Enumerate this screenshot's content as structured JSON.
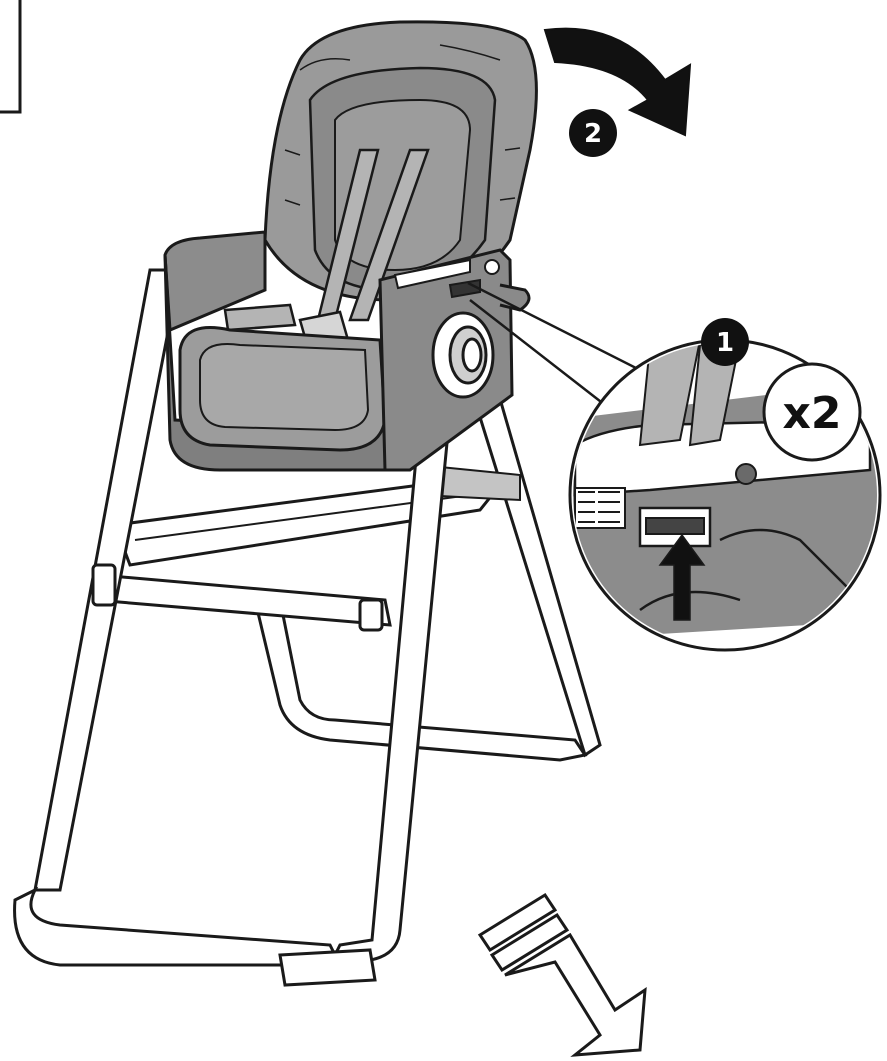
{
  "steps": [
    {
      "number": "1"
    },
    {
      "number": "2"
    }
  ],
  "callout": {
    "multiplier": "x2"
  },
  "colors": {
    "line": "#1a1a1a",
    "fabric": "#9a9a9a",
    "fabric_dark": "#7f7f7f",
    "fabric_light": "#b4b4b4",
    "frame": "#ffffff",
    "badge": "#111111"
  },
  "icons": [
    "curved-arrow-icon",
    "up-arrow-icon",
    "down-direction-arrow-icon"
  ]
}
